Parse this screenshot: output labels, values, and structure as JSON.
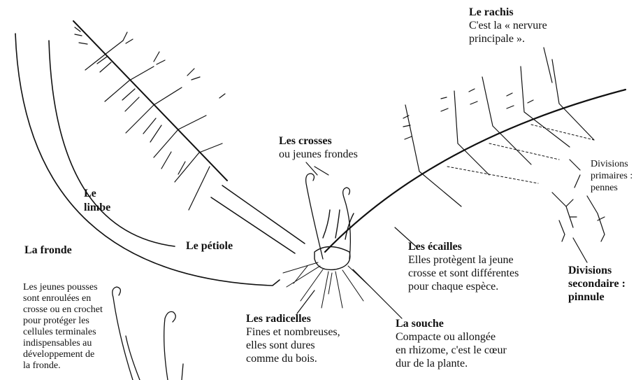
{
  "labels": {
    "rachis": {
      "title": "Le rachis",
      "desc": [
        "C'est la « nervure",
        "principale »."
      ]
    },
    "crosses": {
      "title": "Les crosses",
      "desc": [
        "ou jeunes frondes"
      ]
    },
    "limbe": {
      "title": [
        "Le",
        "limbe"
      ]
    },
    "petiole": {
      "title": "Le pétiole"
    },
    "fronde": {
      "title": "La fronde"
    },
    "primaires": {
      "title": [
        "Divisions",
        "primaires :",
        "pennes"
      ]
    },
    "ecailles": {
      "title": "Les écailles",
      "desc": [
        "Elles protègent la jeune",
        "crosse et sont différentes",
        "pour chaque espèce."
      ]
    },
    "secondaire": {
      "title": [
        "Divisions",
        "secondaire :",
        "pinnule"
      ]
    },
    "jeunes_pousses": {
      "desc": [
        "Les jeunes pousses",
        "sont enroulées en",
        "crosse ou en crochet",
        "pour protéger les",
        "cellules terminales",
        "indispensables au",
        "développement de",
        "la fronde."
      ]
    },
    "radicelles": {
      "title": "Les radicelles",
      "desc": [
        "Fines et nombreuses,",
        "elles sont dures",
        "comme du bois."
      ]
    },
    "souche": {
      "title": "La souche",
      "desc": [
        "Compacte ou allongée",
        "en rhizome, c'est le cœur",
        "dur de la plante."
      ]
    }
  },
  "colors": {
    "ink": "#111111",
    "background": "#ffffff"
  }
}
